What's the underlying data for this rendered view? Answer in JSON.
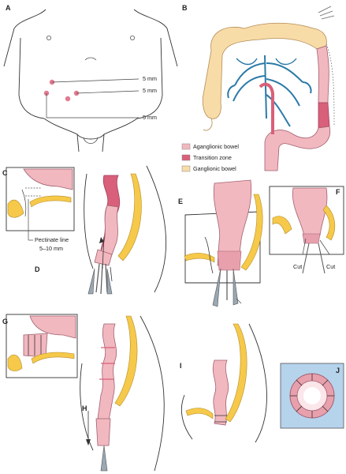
{
  "panels": [
    "A",
    "B",
    "C",
    "D",
    "E",
    "F",
    "G",
    "H",
    "I",
    "J"
  ],
  "port_labels": [
    "5 mm",
    "5 mm",
    "5 mm"
  ],
  "legend": [
    {
      "label": "Aganglionic bowel",
      "color": "#f2b8bf"
    },
    {
      "label": "Transition zone",
      "color": "#d9607a"
    },
    {
      "label": "Ganglionic bowel",
      "color": "#f8dca8"
    }
  ],
  "c_labels": {
    "pectinate": "Pectinate line",
    "distance": "5–10 mm"
  },
  "f_labels": {
    "cut1": "Cut",
    "cut2": "Cut"
  },
  "colors": {
    "pink": "#f2b8bf",
    "red": "#d9607a",
    "yellow": "#f8dca8",
    "bone": "#f6c94a",
    "vessel": "#2a7aa8",
    "circle_bg": "#b6d3ec"
  }
}
